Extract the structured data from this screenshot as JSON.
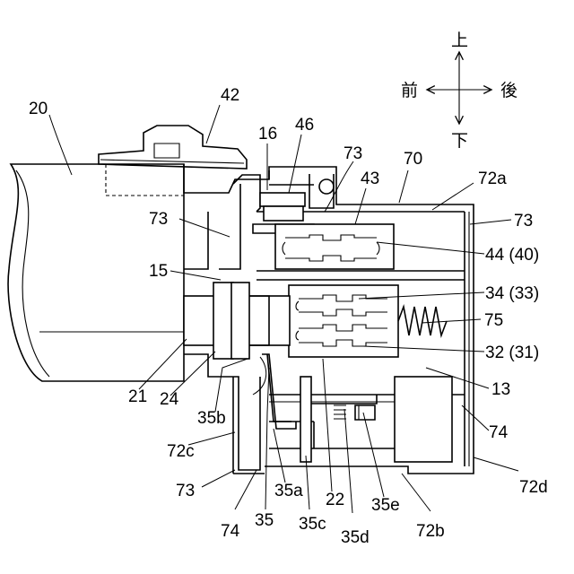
{
  "direction": {
    "up": "上",
    "down": "下",
    "front": "前",
    "rear": "後"
  },
  "labels": {
    "l20": "20",
    "l42": "42",
    "l16": "16",
    "l46": "46",
    "l73_top": "73",
    "l70": "70",
    "l43": "43",
    "l72a": "72a",
    "l73_left": "73",
    "l73_right": "73",
    "l44_40": "44 (40)",
    "l15": "15",
    "l34_33": "34 (33)",
    "l75": "75",
    "l32_31": "32 (31)",
    "l13": "13",
    "l21": "21",
    "l24": "24",
    "l35b": "35b",
    "l74_right": "74",
    "l72c": "72c",
    "l72d": "72d",
    "l73_bottom": "73",
    "l35a": "35a",
    "l22": "22",
    "l35e": "35e",
    "l74_bottom": "74",
    "l35": "35",
    "l35c": "35c",
    "l35d": "35d",
    "l72b": "72b"
  }
}
